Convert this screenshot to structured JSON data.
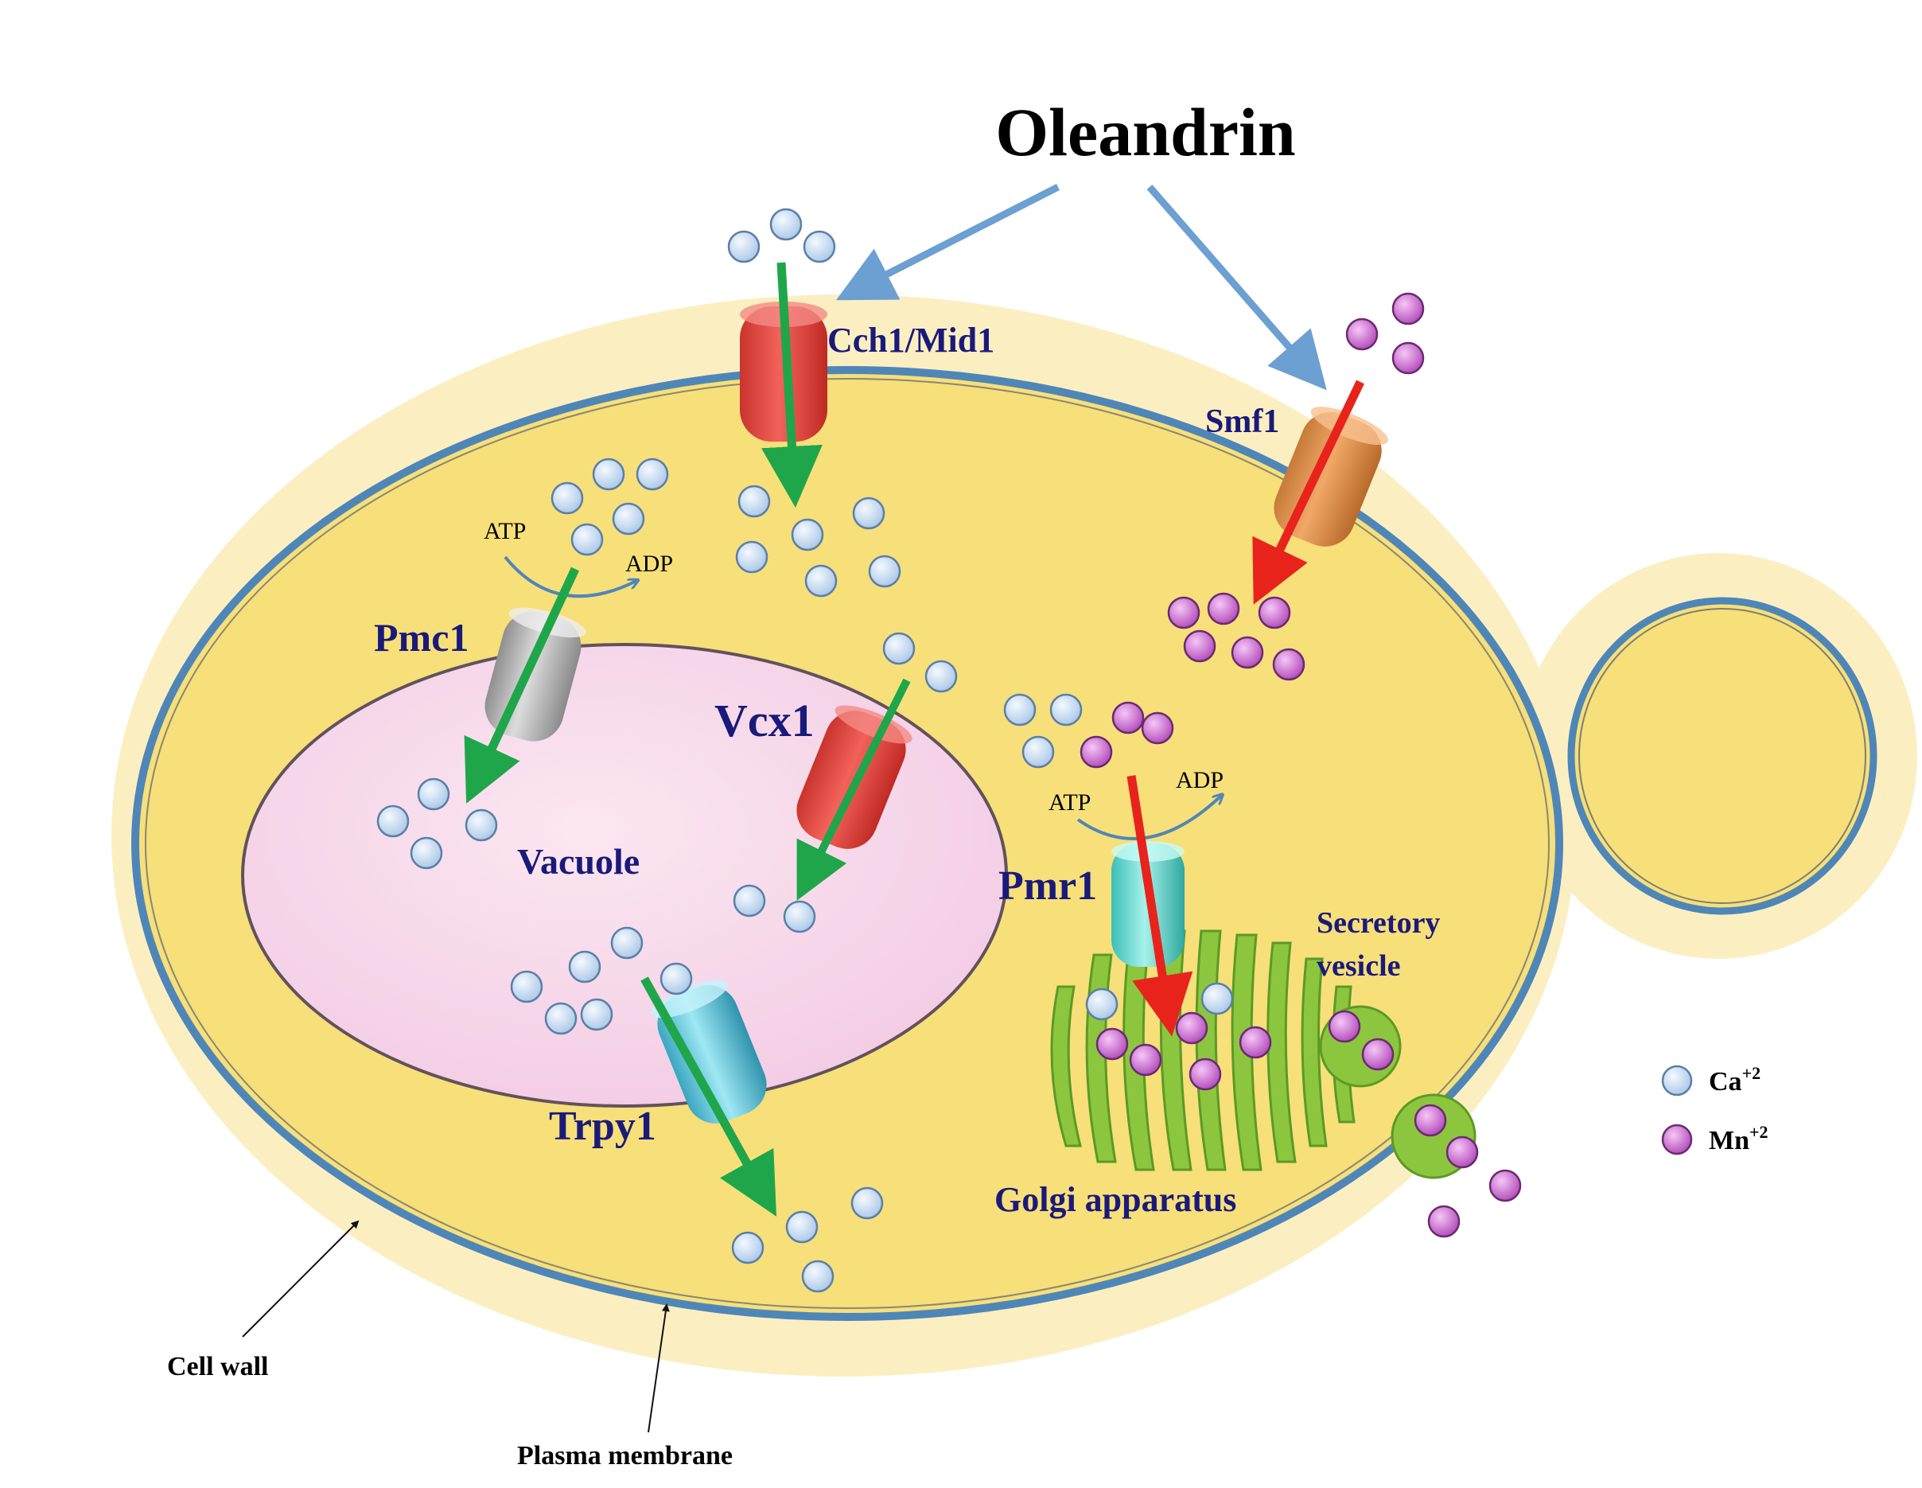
{
  "title": "Oleandrin",
  "proteins": {
    "cch1": "Cch1/Mid1",
    "smf1": "Smf1",
    "pmc1": "Pmc1",
    "vcx1": "Vcx1",
    "pmr1": "Pmr1",
    "trpy1": "Trpy1"
  },
  "organelles": {
    "vacuole": "Vacuole",
    "golgi": "Golgi apparatus",
    "secretory_line1": "Secretory",
    "secretory_line2": "vesicle"
  },
  "energy": {
    "pmc1_atp": "ATP",
    "pmc1_adp": "ADP",
    "pmr1_atp": "ATP",
    "pmr1_adp": "ADP"
  },
  "structure_labels": {
    "cell_wall": "Cell wall",
    "plasma_membrane": "Plasma membrane"
  },
  "legend": [
    {
      "base": "Ca",
      "sup": "+2",
      "kind": "ca"
    },
    {
      "base": "Mn",
      "sup": "+2",
      "kind": "mn"
    }
  ],
  "colors": {
    "cell_wall": "#fbefc2",
    "cytoplasm": "#f7df7a",
    "membrane": "#4f86b8",
    "vacuole": "#f9dcf3",
    "ca_ion": "#c6dcf3",
    "mn_ion": "#d77ad9",
    "oleandrin_arrow": "#6c9fd2",
    "ca_flux_arrow": "#1fa64a",
    "mn_flux_arrow": "#e8231c",
    "golgi": "#8cc63f",
    "label_text": "#1a1a7a"
  },
  "icons": {
    "calcium_channel": "red-cylinder",
    "manganese_transporter": "orange-cylinder",
    "pump": "gray-cylinder",
    "exchanger": "red-cylinder",
    "golgi_pump": "cyan-cylinder",
    "vacuolar_channel": "cyan-cylinder"
  }
}
